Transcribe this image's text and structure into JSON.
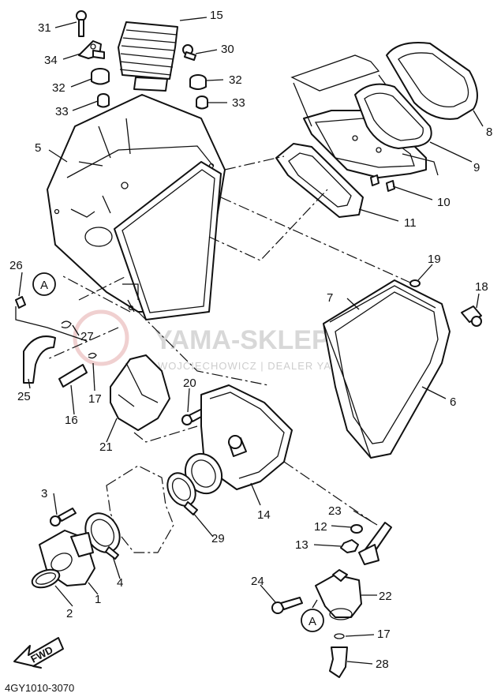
{
  "callouts": {
    "c1": "1",
    "c2": "2",
    "c3": "3",
    "c4": "4",
    "c5": "5",
    "c6": "6",
    "c7": "7",
    "c8": "8",
    "c9": "9",
    "c10": "10",
    "c11": "11",
    "c12": "12",
    "c13": "13",
    "c14": "14",
    "c15": "15",
    "c16": "16",
    "c17a": "17",
    "c17b": "17",
    "c18": "18",
    "c19": "19",
    "c20": "20",
    "c21": "21",
    "c22": "22",
    "c23": "23",
    "c24": "24",
    "c25": "25",
    "c26": "26",
    "c27": "27",
    "c28": "28",
    "c29": "29",
    "c30": "30",
    "c31": "31",
    "c32a": "32",
    "c32b": "32",
    "c33a": "33",
    "c33b": "33",
    "c34": "34"
  },
  "connectors": {
    "a_top": "A",
    "a_bottom": "A"
  },
  "direction_label": "FWD",
  "diagram_code": "4GY1010-3070",
  "watermark": {
    "brand": "YAMA-SKLEP.PL",
    "subtitle": "WOJCIECHOWICZ | DEALER YAMAHA"
  },
  "colors": {
    "line": "#111111",
    "background": "#ffffff",
    "watermark": "#b9b9b9"
  }
}
